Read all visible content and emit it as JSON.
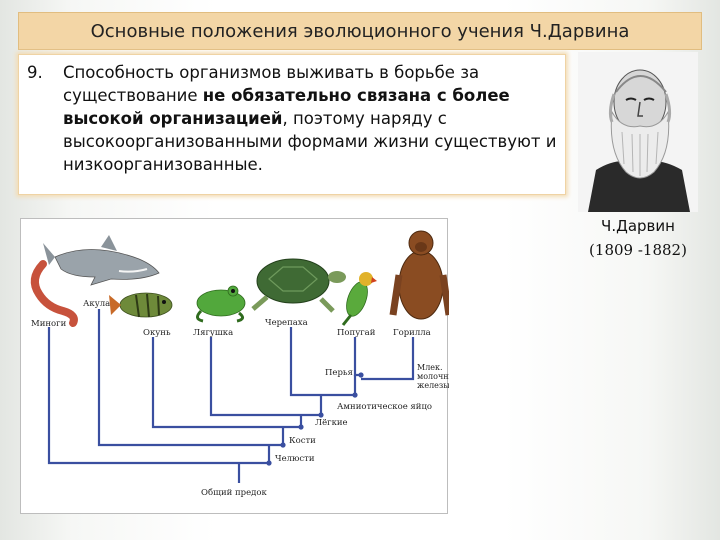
{
  "header": {
    "title": "Основные положения эволюционного учения Ч.Дарвина"
  },
  "point": {
    "number": "9.",
    "text_before": "Способность организмов выживать в борьбе за существование ",
    "text_bold": "не обязательно связана с более высокой организацией",
    "text_after": ", поэтому наряду с высокоорганизованными формами жизни существуют и низкоорганизованные."
  },
  "portrait": {
    "name": "Ч.Дарвин",
    "years": "(1809 -1882)"
  },
  "tree": {
    "animals": {
      "worm": "Миноги",
      "shark": "Акула",
      "fish": "Окунь",
      "frog": "Лягушка",
      "turtle": "Черепаха",
      "parrot": "Попугай",
      "gorilla": "Горилла"
    },
    "traits": {
      "feathers": "Перья",
      "mammary": "Млек. молочные железы",
      "amniotic": "Амниотическое яйцо",
      "lungs": "Лёгкие",
      "bones": "Кости",
      "jaws": "Челюсти"
    },
    "ancestor": "Общий предок"
  },
  "colors": {
    "title_bg": "#f3d6a6",
    "tree_lines": "#3a4fa0"
  }
}
